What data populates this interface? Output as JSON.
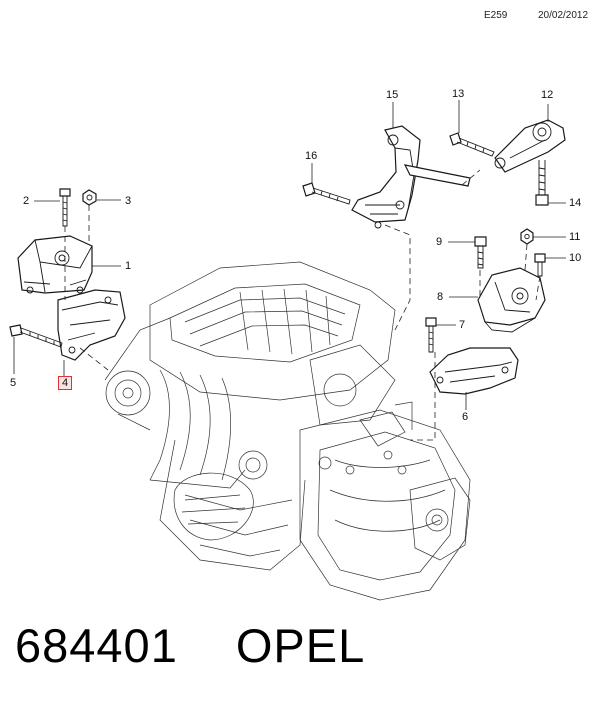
{
  "header": {
    "code": "E259",
    "date": "20/02/2012"
  },
  "callouts": [
    {
      "id": "c1",
      "label": "1"
    },
    {
      "id": "c2",
      "label": "2"
    },
    {
      "id": "c3",
      "label": "3"
    },
    {
      "id": "c4",
      "label": "4"
    },
    {
      "id": "c5",
      "label": "5"
    },
    {
      "id": "c6",
      "label": "6"
    },
    {
      "id": "c7",
      "label": "7"
    },
    {
      "id": "c8",
      "label": "8"
    },
    {
      "id": "c9",
      "label": "9"
    },
    {
      "id": "c10",
      "label": "10"
    },
    {
      "id": "c11",
      "label": "11"
    },
    {
      "id": "c12",
      "label": "12"
    },
    {
      "id": "c13",
      "label": "13"
    },
    {
      "id": "c14",
      "label": "14"
    },
    {
      "id": "c15",
      "label": "15"
    },
    {
      "id": "c16",
      "label": "16"
    }
  ],
  "highlighted_callout": "4",
  "highlight_color": "#d33333",
  "footer": {
    "part_number": "684401",
    "brand": "OPEL"
  }
}
